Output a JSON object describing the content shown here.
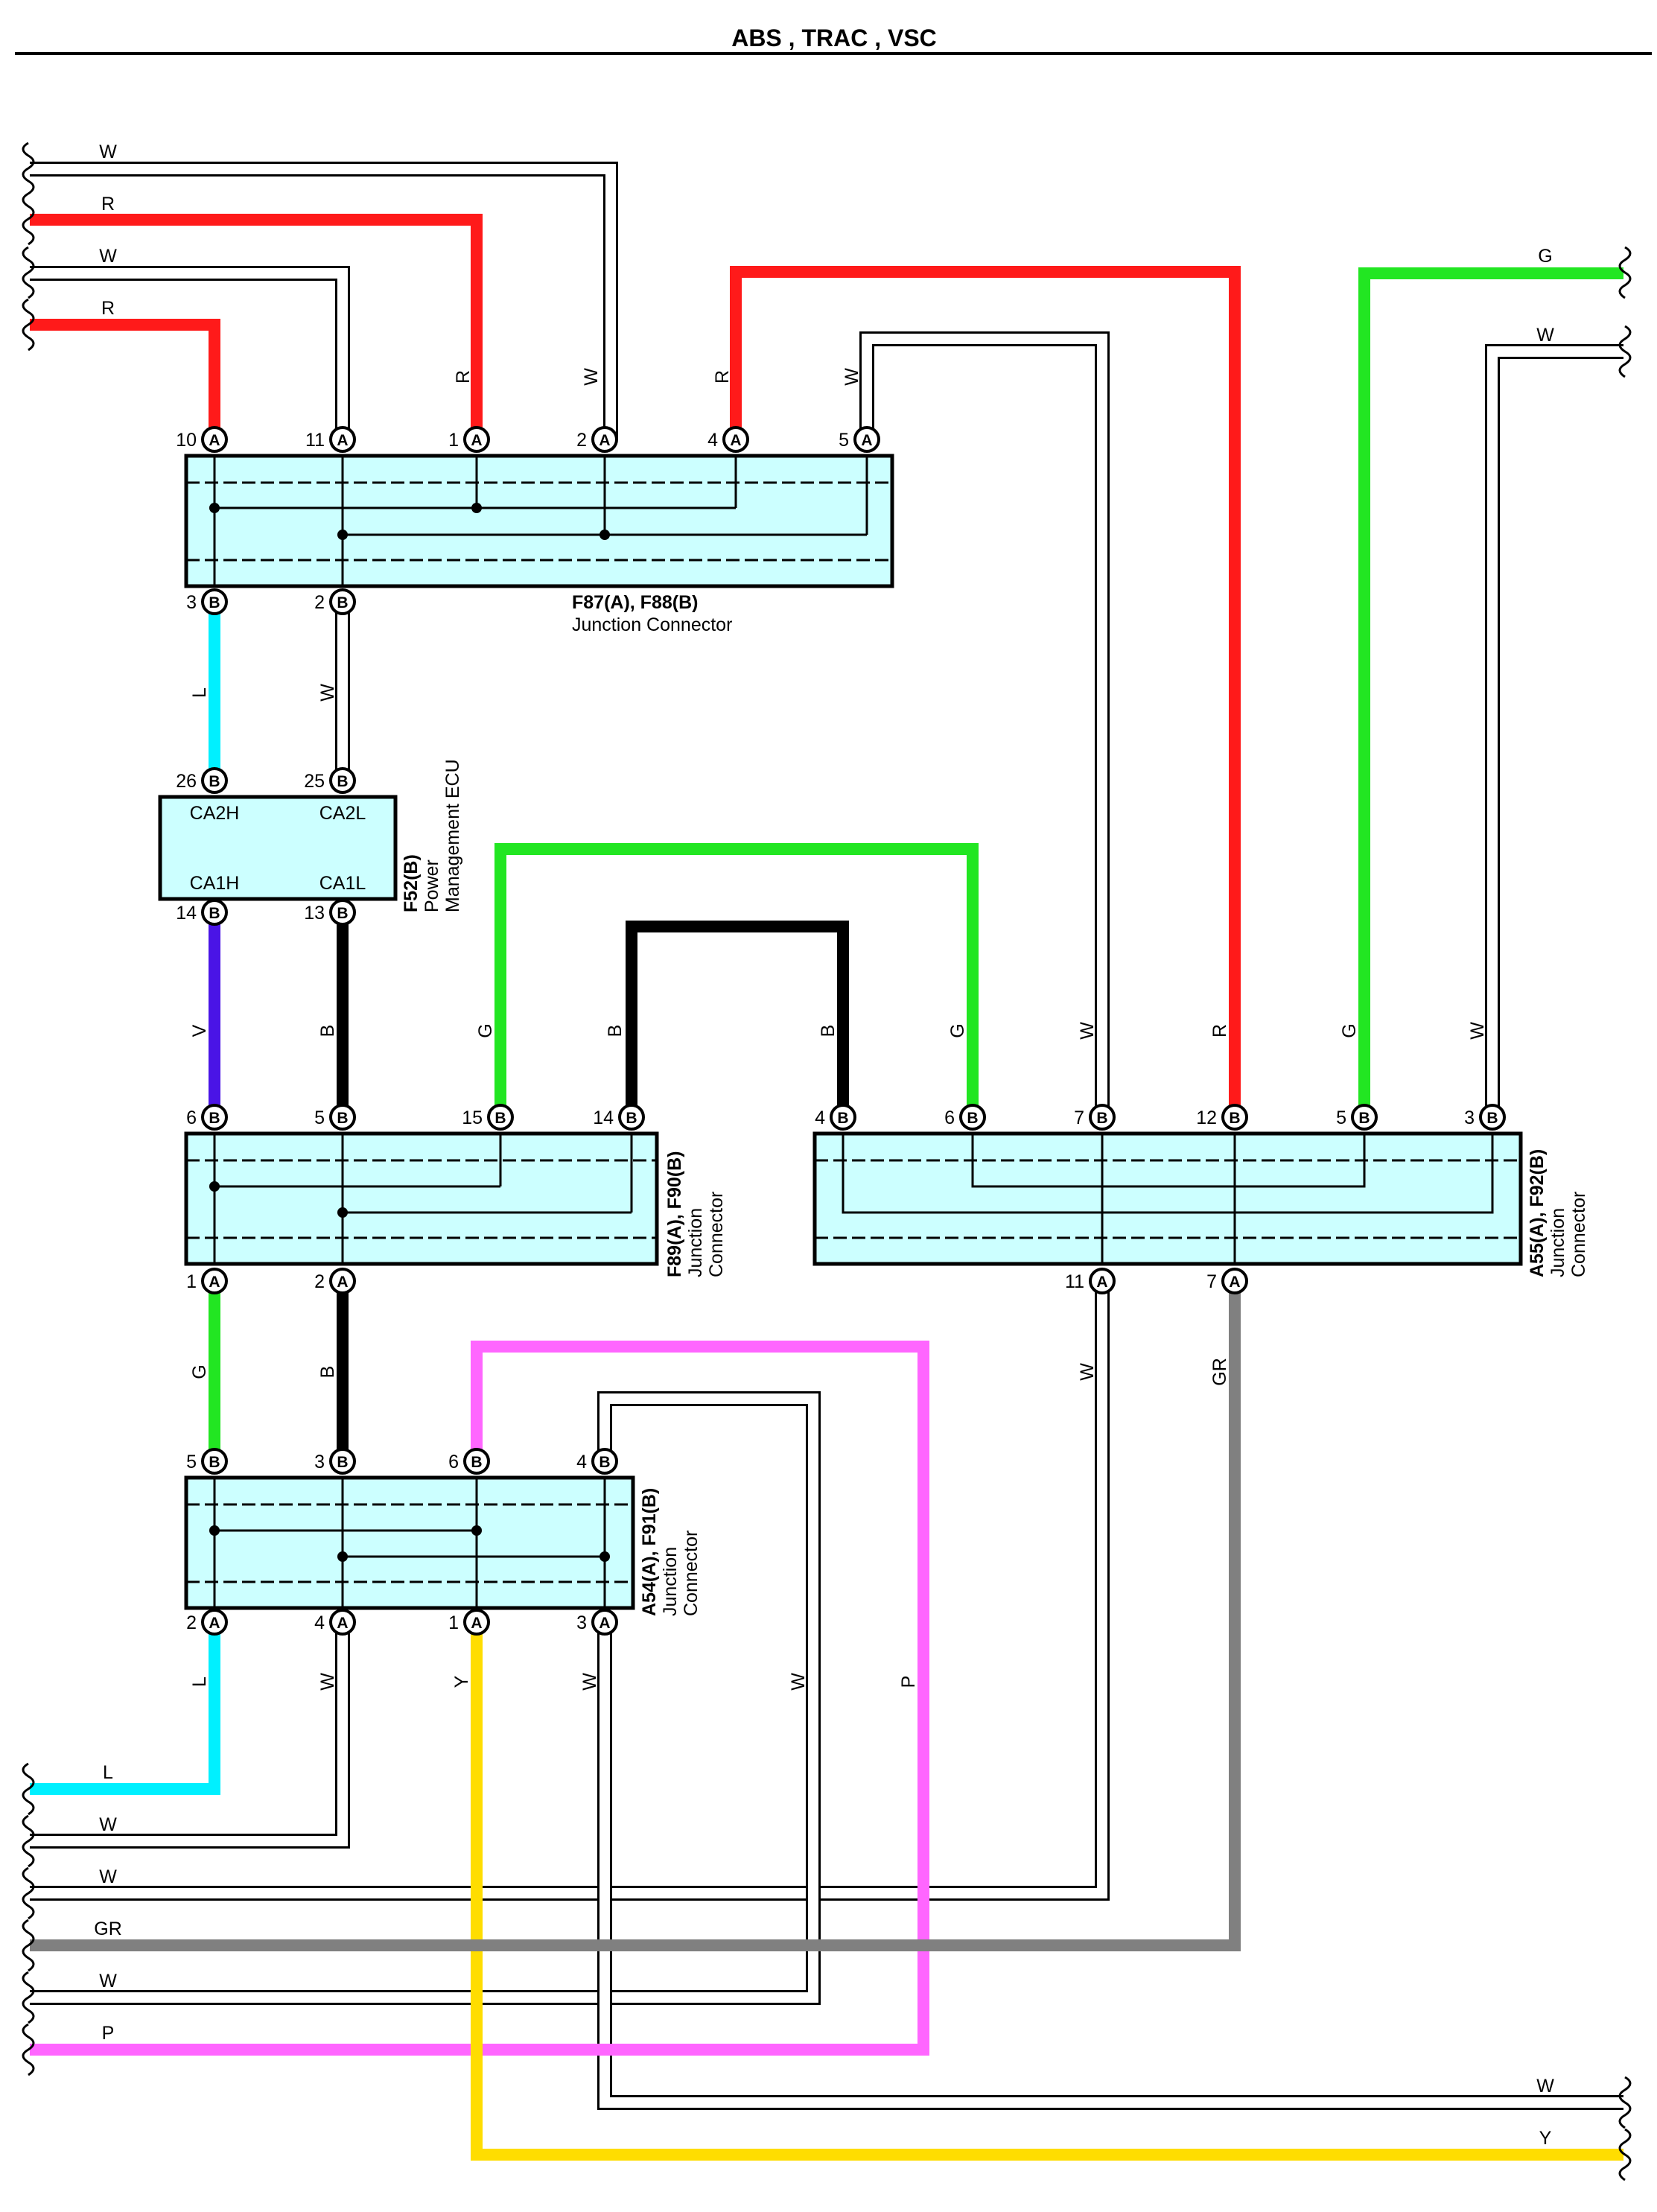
{
  "title": "ABS , TRAC , VSC",
  "connectors": {
    "f87_f88": {
      "code": "F87(A), F88(B)",
      "type": "Junction Connector"
    },
    "f89_f90": {
      "code": "F89(A), F90(B)",
      "type_line1": "Junction",
      "type_line2": "Connector"
    },
    "a55_f92": {
      "code": "A55(A), F92(B)",
      "type_line1": "Junction",
      "type_line2": "Connector"
    },
    "a54_f91": {
      "code": "A54(A), F91(B)",
      "type_line1": "Junction",
      "type_line2": "Connector"
    }
  },
  "ecu": {
    "code": "F52(B)",
    "name_line1": "Power",
    "name_line2": "Management ECU",
    "signals": [
      "CA2H",
      "CA2L",
      "CA1H",
      "CA1L"
    ]
  },
  "pins": {
    "f87_top": [
      {
        "num": "10",
        "letter": "A"
      },
      {
        "num": "11",
        "letter": "A"
      },
      {
        "num": "1",
        "letter": "A"
      },
      {
        "num": "2",
        "letter": "A"
      },
      {
        "num": "4",
        "letter": "A"
      },
      {
        "num": "5",
        "letter": "A"
      }
    ],
    "f88_bottom": [
      {
        "num": "3",
        "letter": "B"
      },
      {
        "num": "2",
        "letter": "B"
      }
    ],
    "f52_top": [
      {
        "num": "26",
        "letter": "B"
      },
      {
        "num": "25",
        "letter": "B"
      }
    ],
    "f52_bottom": [
      {
        "num": "14",
        "letter": "B"
      },
      {
        "num": "13",
        "letter": "B"
      }
    ],
    "f90_top": [
      {
        "num": "6",
        "letter": "B"
      },
      {
        "num": "5",
        "letter": "B"
      },
      {
        "num": "15",
        "letter": "B"
      },
      {
        "num": "14",
        "letter": "B"
      }
    ],
    "f89_bottom": [
      {
        "num": "1",
        "letter": "A"
      },
      {
        "num": "2",
        "letter": "A"
      }
    ],
    "f92_top": [
      {
        "num": "4",
        "letter": "B"
      },
      {
        "num": "6",
        "letter": "B"
      },
      {
        "num": "7",
        "letter": "B"
      },
      {
        "num": "12",
        "letter": "B"
      },
      {
        "num": "5",
        "letter": "B"
      },
      {
        "num": "3",
        "letter": "B"
      }
    ],
    "a55_bottom": [
      {
        "num": "11",
        "letter": "A"
      },
      {
        "num": "7",
        "letter": "A"
      }
    ],
    "f91_top": [
      {
        "num": "5",
        "letter": "B"
      },
      {
        "num": "3",
        "letter": "B"
      },
      {
        "num": "6",
        "letter": "B"
      },
      {
        "num": "4",
        "letter": "B"
      }
    ],
    "a54_bottom": [
      {
        "num": "2",
        "letter": "A"
      },
      {
        "num": "4",
        "letter": "A"
      },
      {
        "num": "1",
        "letter": "A"
      },
      {
        "num": "3",
        "letter": "A"
      }
    ]
  },
  "wire_labels": {
    "left_top": [
      "W",
      "R",
      "W",
      "R"
    ],
    "right_top": [
      "G",
      "W"
    ],
    "left_bottom": [
      "L",
      "W",
      "W",
      "GR",
      "W",
      "P"
    ],
    "right_bottom": [
      "W",
      "Y"
    ],
    "row1": [
      "R",
      "W",
      "R",
      "W"
    ],
    "row2": [
      "L",
      "W"
    ],
    "row3": [
      "V",
      "B",
      "G",
      "B",
      "B",
      "G",
      "W",
      "R",
      "G",
      "W"
    ],
    "row4": [
      "G",
      "B",
      "W",
      "GR"
    ],
    "row5": [
      "L",
      "W",
      "Y",
      "W",
      "W",
      "P"
    ]
  }
}
